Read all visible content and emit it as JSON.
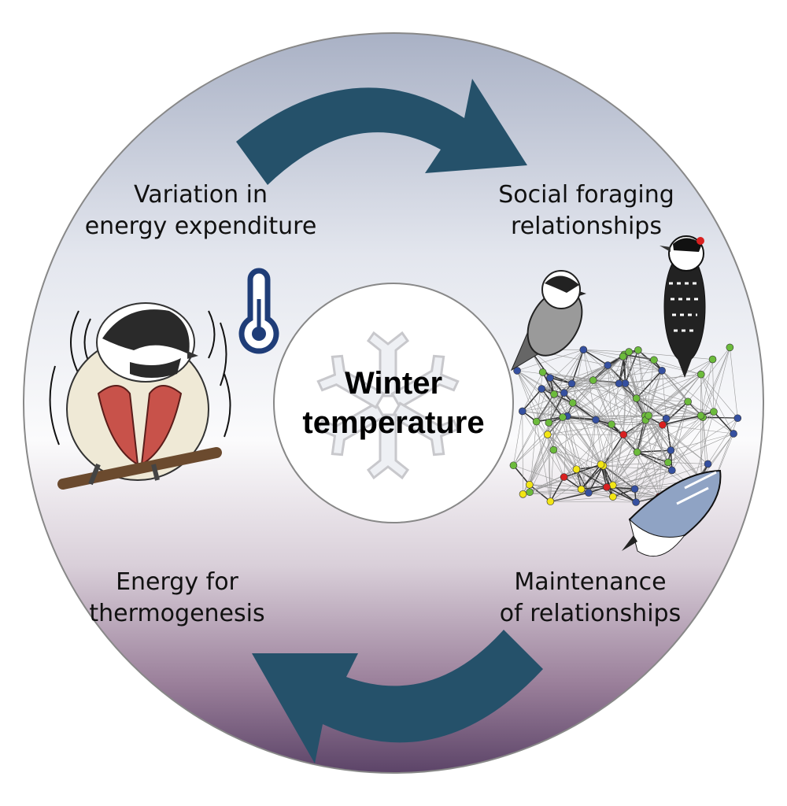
{
  "center": {
    "line1": "Winter",
    "line2": "temperature"
  },
  "labels": {
    "top_left": {
      "line1": "Variation in",
      "line2": "energy expenditure"
    },
    "top_right": {
      "line1": "Social foraging",
      "line2": "relationships"
    },
    "bottom_left": {
      "line1": "Energy for",
      "line2": "thermogenesis"
    },
    "bottom_right": {
      "line1": "Maintenance",
      "line2": "of relationships"
    }
  },
  "icons": [
    "thermometer-icon",
    "snowflake-icon",
    "cycle-arrow-icon",
    "chickadee-shivering-illustration",
    "chickadee-illustration",
    "woodpecker-illustration",
    "nuthatch-illustration",
    "social-network-graph"
  ],
  "colors": {
    "arrow": "#25516a",
    "top_gradient": "#a9b1c5",
    "bottom_gradient": "#5c4468",
    "node_green": "#6cbb3c",
    "node_blue": "#3550a0",
    "node_yellow": "#f2e515",
    "node_red": "#d92020"
  }
}
